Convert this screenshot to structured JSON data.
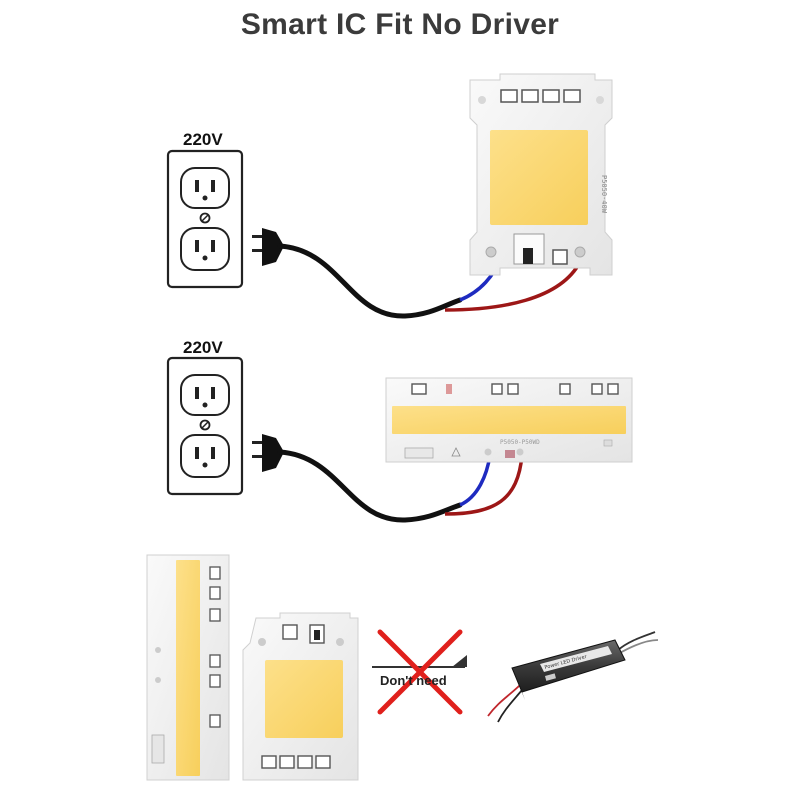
{
  "title": "Smart IC Fit No Driver",
  "outlet_top": {
    "voltage_label": "220V"
  },
  "outlet_middle": {
    "voltage_label": "220V"
  },
  "dont_need_label": "Don't need",
  "chip_marking_top": "P5050-40W",
  "chip_marking_bar": "P5050-P50WD",
  "driver_label": "Power LED Driver",
  "colors": {
    "led_yellow": "#fad66c",
    "wire_blue": "#1e2bc0",
    "wire_red": "#9d1717",
    "cross_red": "#e0201c",
    "board_white": "#f4f4f4",
    "title_gray": "#3b3b3b"
  }
}
